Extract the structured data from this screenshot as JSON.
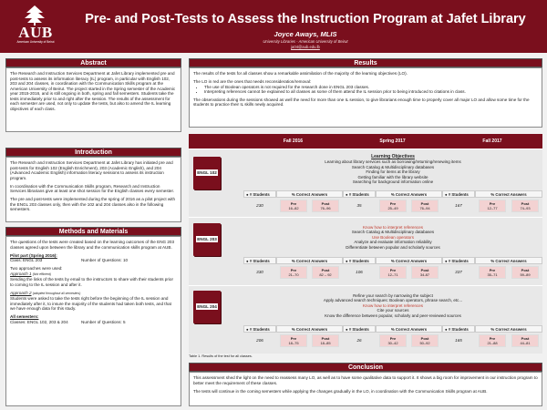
{
  "header": {
    "logo_text": "AUB",
    "logo_sub": "American University of Beirut",
    "title": "Pre- and Post-Tests to Assess the Instruction Program at Jafet Library",
    "author": "Joyce Aways, MLIS",
    "affiliation": "University Libraries - American University of Beirut",
    "email": "ja04@aub.edu.lb",
    "brand_color": "#7a0f1d"
  },
  "abstract": {
    "heading": "Abstract",
    "text": "The Research and Instruction Services Department at Jafet Library implemented pre and post-tests to assess its information literacy (IL) program, in particular with English 102, 203 and 204 classes, in coordination with the Communication Skills program at the American University of Beirut. The project started in the Spring semester of the Academic year 2015-2016, and is still ongoing in both, spring and fall semesters. Students take the tests immediately prior to and right after the session. The results of the assessment for each semester are used, not only to update the tests, but also to amend the IL learning objectives of each class."
  },
  "introduction": {
    "heading": "Introduction",
    "p1": "The Research and Instruction Services Department at Jafet Library has initiated pre and post-tests for English 102 (English Enrichment), 203 (Academic English), and 204 (Advanced Academic English) information literacy sessions to assess its instruction program.",
    "p2": "In coordination with the Communication Skills program, Research and Instruction Services librarians give at least one shot session for the English classes every semester.",
    "p3": "The pre and post-tests were implemented during the spring of 2016 as a pilot project with the ENGL 203 classes only, then with the 102 and 204 classes also in the following semesters."
  },
  "methods": {
    "heading": "Methods and Materials",
    "p1": "The questions of the tests were created based on the learning outcomes of the ENG 203 classes agreed upon between the library and the communication skills program at AUB.",
    "pilot_title": "Pilot part (Spring 2016):",
    "pilot_class": "Class: ENGL 203",
    "pilot_questions": "Number of Questions: 10",
    "approaches": "Two approaches were used:",
    "approach1_label": "Approach 1",
    "approach1_note": "(Not efficient)",
    "approach1_text": "Sending the links of the tests by email to the instructors to share with their students prior to coming to the IL session and after it.",
    "approach2_label": "Approach 2",
    "approach2_note": "(adopted throughout all semesters)",
    "approach2_text": "Students were asked to take the tests right before the beginning of the IL session and immediately after it, to insure the majority of the students had taken both tests, and that we have enough data for this study.",
    "all_title": "All semesters:",
    "all_classes": "Classes: ENGL 102, 203 & 204",
    "all_questions": "Number of Questions: 5"
  },
  "results": {
    "heading": "Results",
    "p1": "The results of the tests for all classes show a remarkable assimilation of the majority of the learning objectives (LO).",
    "p2": "The LO in red are the ones that needs reconsideration/removal:",
    "bullets": [
      "The use of Boolean operators is not required for the research done in ENGL 203 classes.",
      "Interpreting references cannot be explained to all classes as some of them attend the IL session prior to being introduced to citations in class."
    ],
    "p3": "The observations during the sessions showed as well the need for more than one IL session, to give librarians enough time to properly cover all major LO and allow some time for the students to practice their IL skills newly acquired."
  },
  "table": {
    "semesters": [
      "Fall 2016",
      "Spring 2017",
      "Fall 2017"
    ],
    "col_students": "# Students",
    "col_correct": "% Correct Answers",
    "pre_label": "Pre",
    "post_label": "Post",
    "courses": [
      {
        "name": "ENGL 102",
        "objectives_title": "Learning Objectives",
        "objectives": [
          {
            "text": "Learning about library services such as borrowing/returning/renewing items",
            "red": false
          },
          {
            "text": "Search Catalog & Multidisciplinary databases",
            "red": false
          },
          {
            "text": "Finding for items at the library",
            "red": false
          },
          {
            "text": "Getting familiar with the library website",
            "red": false
          },
          {
            "text": "Searching for background information online",
            "red": false
          }
        ],
        "stats": [
          {
            "students": "230",
            "pre": "16–82",
            "post": "76–96"
          },
          {
            "students": "35",
            "pre": "25–49",
            "post": "76–94"
          },
          {
            "students": "167",
            "pre": "12–77",
            "post": "74–93"
          }
        ]
      },
      {
        "name": "ENGL 203",
        "objectives_title": "",
        "objectives": [
          {
            "text": "Know how to interpret references",
            "red": true
          },
          {
            "text": "Search Catalog & Multidisciplinary databases",
            "red": false
          },
          {
            "text": "Use Boolean operators",
            "red": true
          },
          {
            "text": "Analyze and evaluate information reliability",
            "red": false
          },
          {
            "text": "Differentiate between popular and scholarly sources",
            "red": false
          }
        ],
        "stats": [
          {
            "students": "330",
            "pre": "21–70",
            "post": "82 – 92"
          },
          {
            "students": "106",
            "pre": "12–71",
            "post": "34-87"
          },
          {
            "students": "337",
            "pre": "35–71",
            "post": "59–89"
          }
        ]
      },
      {
        "name": "ENGL 204",
        "objectives_title": "",
        "objectives": [
          {
            "text": "Refine your search by narrowing the subject",
            "red": false
          },
          {
            "text": "Apply advanced search techniques: Boolean operators, phrase search, etc...",
            "red": false
          },
          {
            "text": "Know how to interpret references",
            "red": true
          },
          {
            "text": "Cite your sources",
            "red": false
          },
          {
            "text": "Know the difference between popular, scholarly and peer-reviewed sources",
            "red": false
          }
        ],
        "stats": [
          {
            "students": "206",
            "pre": "18–75",
            "post": "18–85"
          },
          {
            "students": "26",
            "pre": "30–42",
            "post": "50–92"
          },
          {
            "students": "165",
            "pre": "21–88",
            "post": "44–81"
          }
        ]
      }
    ],
    "caption": "Table 1. Results of the test for all classes."
  },
  "conclusion": {
    "heading": "Conclusion",
    "p1": "This assessment shed the light on the need to reassess many LO, as well as to have some qualitative data to support it. It shows a big room for improvement in our instruction program to better meet the requirement of these classes.",
    "p2": "The tests will continue in the coming semesters while applying the changes gradually in the LO, in coordination with the Communication Skills program at AUB."
  }
}
